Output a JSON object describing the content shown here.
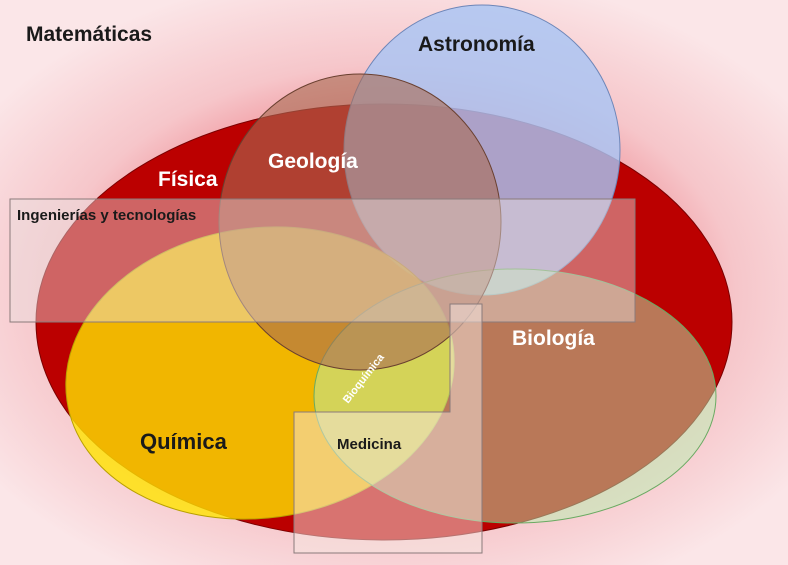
{
  "diagram": {
    "title": "Matemáticas",
    "regions": {
      "fisica": "Física",
      "astronomia": "Astronomía",
      "geologia": "Geología",
      "ingenierias": "Ingenierías y tecnologías",
      "biologia": "Biología",
      "quimica": "Química",
      "bioquimica": "Bioquímica",
      "medicina": "Medicina"
    },
    "colors": {
      "fisica": "#bb0000",
      "astronomia": "#aec6f2",
      "geologia": "#b5523a",
      "quimica": "#f4d800",
      "biologia": "#b8ecb0",
      "ingenierias": "#e8d8d8",
      "medicina": "#f5e0d8"
    }
  }
}
